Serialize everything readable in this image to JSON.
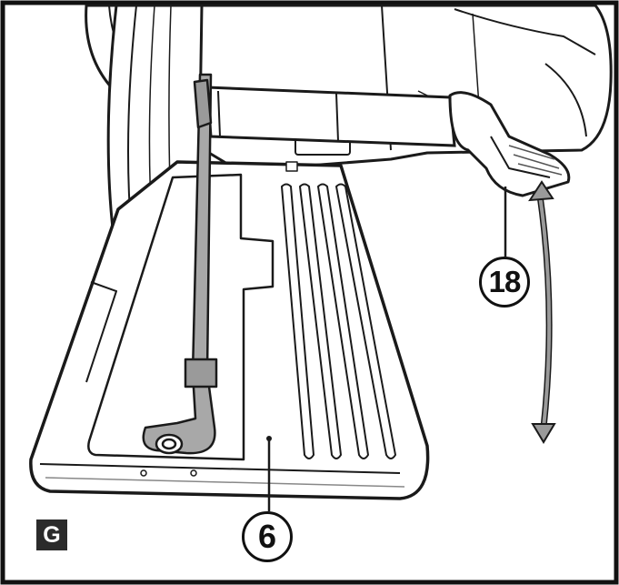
{
  "figure": {
    "label": "G",
    "callouts": [
      {
        "id": "18",
        "text": "18"
      },
      {
        "id": "6",
        "text": "6"
      }
    ],
    "colors": {
      "outline": "#1a1a1a",
      "shadow": "#8c8c8c",
      "lever_fill": "#9a9a9a",
      "badge_bg": "#2b2b2b",
      "background": "#ffffff"
    }
  }
}
